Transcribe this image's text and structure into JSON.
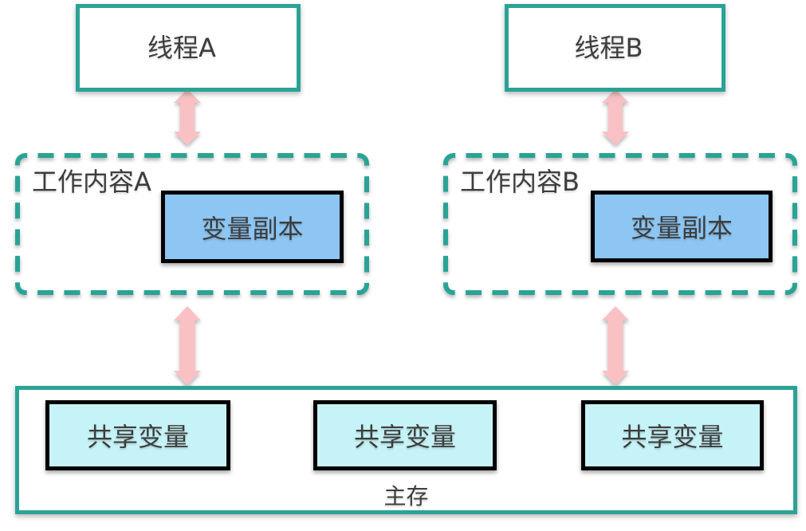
{
  "diagram": {
    "type": "java-memory-model-diagram",
    "threads": [
      {
        "label": "线程A"
      },
      {
        "label": "线程B"
      }
    ],
    "workspaces": [
      {
        "label": "工作内容A",
        "copy_label": "变量副本"
      },
      {
        "label": "工作内容B",
        "copy_label": "变量副本"
      }
    ],
    "main_memory": {
      "label": "主存",
      "shared_variables": [
        "共享变量",
        "共享变量",
        "共享变量"
      ]
    },
    "arrows": [
      {
        "name": "thread-a-to-workspace-a",
        "direction": "bidirectional"
      },
      {
        "name": "thread-b-to-workspace-b",
        "direction": "bidirectional"
      },
      {
        "name": "workspace-a-to-main-memory",
        "direction": "bidirectional"
      },
      {
        "name": "workspace-b-to-main-memory",
        "direction": "bidirectional"
      }
    ],
    "colors": {
      "teal": "#2aa396",
      "pink": "#f9c1c4",
      "blue": "#8dc6f3",
      "cyan": "#c6f3f7",
      "border_black": "#000000",
      "text": "#3d3d3d",
      "background": "#ffffff"
    }
  }
}
